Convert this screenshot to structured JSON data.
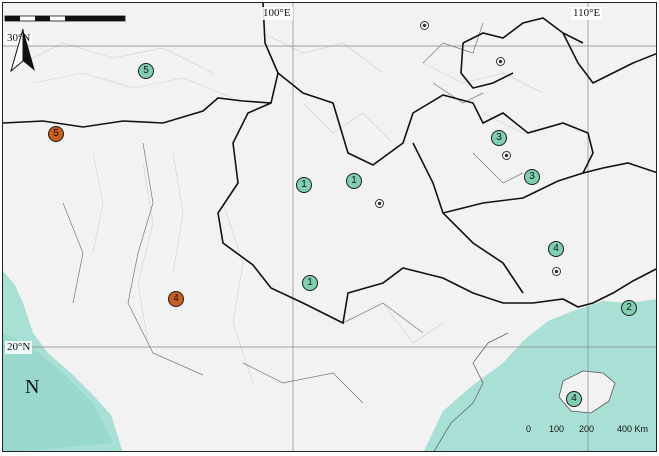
{
  "graticule": {
    "lat_labels": [
      "30°N",
      "20°N"
    ],
    "lon_labels": [
      "100°E",
      "110°E"
    ]
  },
  "markers": [
    {
      "label": "5",
      "kind": "green"
    },
    {
      "label": "5",
      "kind": "orange"
    },
    {
      "label": "1",
      "kind": "green"
    },
    {
      "label": "1",
      "kind": "green"
    },
    {
      "label": "1",
      "kind": "green"
    },
    {
      "label": "4",
      "kind": "orange"
    },
    {
      "label": "3",
      "kind": "green"
    },
    {
      "label": "3",
      "kind": "green"
    },
    {
      "label": "4",
      "kind": "green"
    },
    {
      "label": "2",
      "kind": "green"
    },
    {
      "label": "4",
      "kind": "green"
    }
  ],
  "north_arrow": {
    "label": "N"
  },
  "scale_bar": {
    "ticks": [
      "0",
      "100",
      "200",
      "400 Km"
    ]
  },
  "colors": {
    "sea": "#9bdcd2",
    "marker_green": "#7fd0b0",
    "marker_orange": "#c95f1c",
    "land": "#f2f2f2"
  }
}
